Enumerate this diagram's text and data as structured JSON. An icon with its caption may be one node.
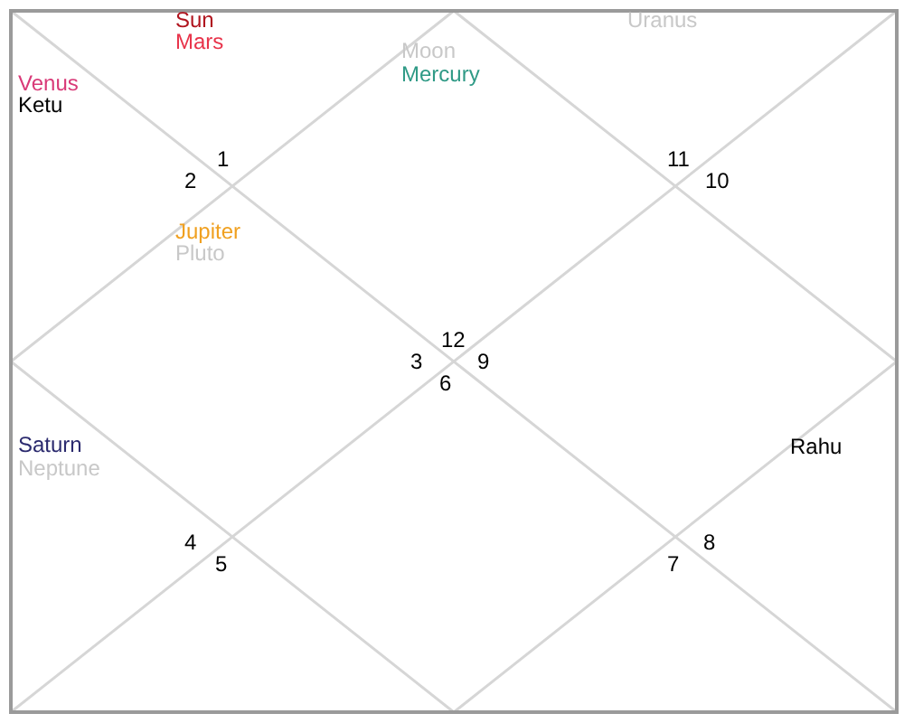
{
  "diagram": {
    "labels": [
      "Sun",
      "Mars",
      "Moon",
      "Mercury",
      "Uranus",
      "Venus",
      "Ketu",
      "1",
      "2",
      "11",
      "10",
      "Jupiter",
      "Pluto",
      "12",
      "3",
      "9",
      "6",
      "Saturn",
      "Neptune",
      "Rahu",
      "4",
      "5",
      "8",
      "7"
    ]
  }
}
